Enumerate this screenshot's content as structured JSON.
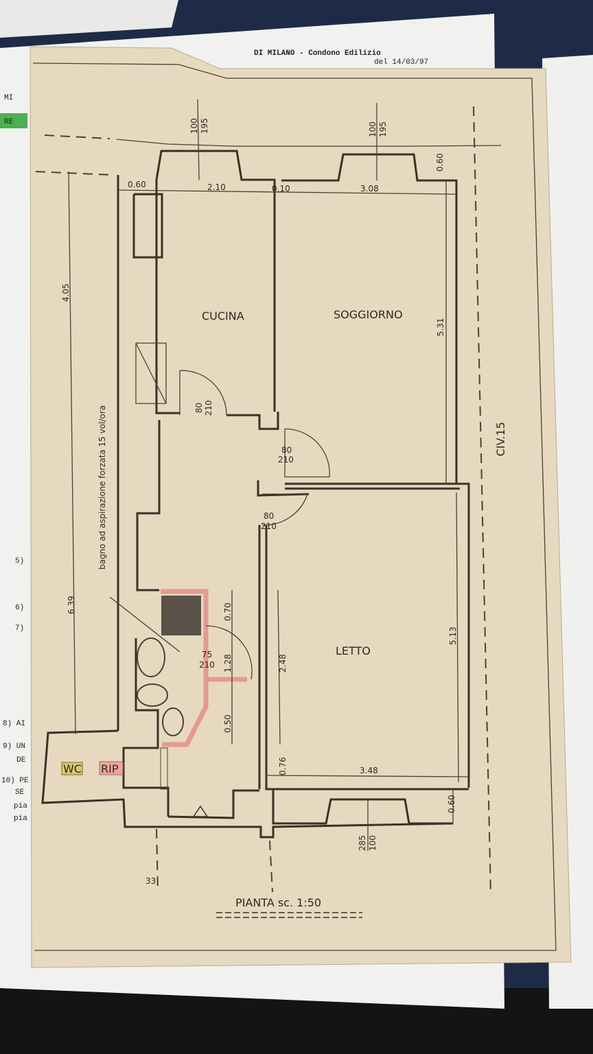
{
  "background_document": {
    "header_line_1": "DI MILANO - Condono Edilizio",
    "header_line_2": "del 14/03/97",
    "left_fragments": [
      "MI",
      "RE",
      "5)",
      "6)",
      "7)",
      "8) AI",
      "9) UN",
      "DE",
      "10) PE",
      "SE",
      "pia",
      "pia"
    ]
  },
  "plan": {
    "rooms": {
      "kitchen": "CUCINA",
      "living": "SOGGIORNO",
      "bedroom": "LETTO",
      "wc": "WC",
      "storage": "RIP"
    },
    "windows": {
      "kitchen": {
        "width": "100",
        "height": "195"
      },
      "living": {
        "width": "100",
        "height": "195"
      },
      "bedroom": {
        "width": "100",
        "height": "285"
      }
    },
    "doors": {
      "kitchen": {
        "width": "80",
        "height": "210"
      },
      "living": {
        "width": "80",
        "height": "210"
      },
      "bedroom": {
        "width": "80",
        "height": "210"
      },
      "bathroom": {
        "width": "75",
        "height": "210"
      }
    },
    "dimensions": {
      "top_left_wall": "0.60",
      "kitchen_width": "2.10",
      "partition": "0.10",
      "living_width": "3.08",
      "top_right_wall": "0.60",
      "kitchen_depth": "4.05",
      "living_depth": "5.31",
      "corridor_length": "6.39",
      "bedroom_depth": "5.13",
      "bedroom_width": "3.48",
      "bottom_right_wall": "0.60",
      "bath_seg_1": "0.70",
      "bath_seg_2": "1.28",
      "bath_seg_3": "0.50",
      "bedroom_wall_seg": "2.48",
      "bedroom_bottom_seg": "0.76",
      "bottom_offset": "33"
    },
    "bathroom_note": "bagno ad aspirazione forzata 15 vol/ora",
    "street_number": "CIV.15",
    "title": "PIANTA sc. 1:50"
  },
  "colors": {
    "paper": "#e6d9bf",
    "ink": "#3a3128",
    "bath_wall": "#e39a94",
    "wc_tag": "#d8c873",
    "rip_tag": "#e8a7a0"
  }
}
